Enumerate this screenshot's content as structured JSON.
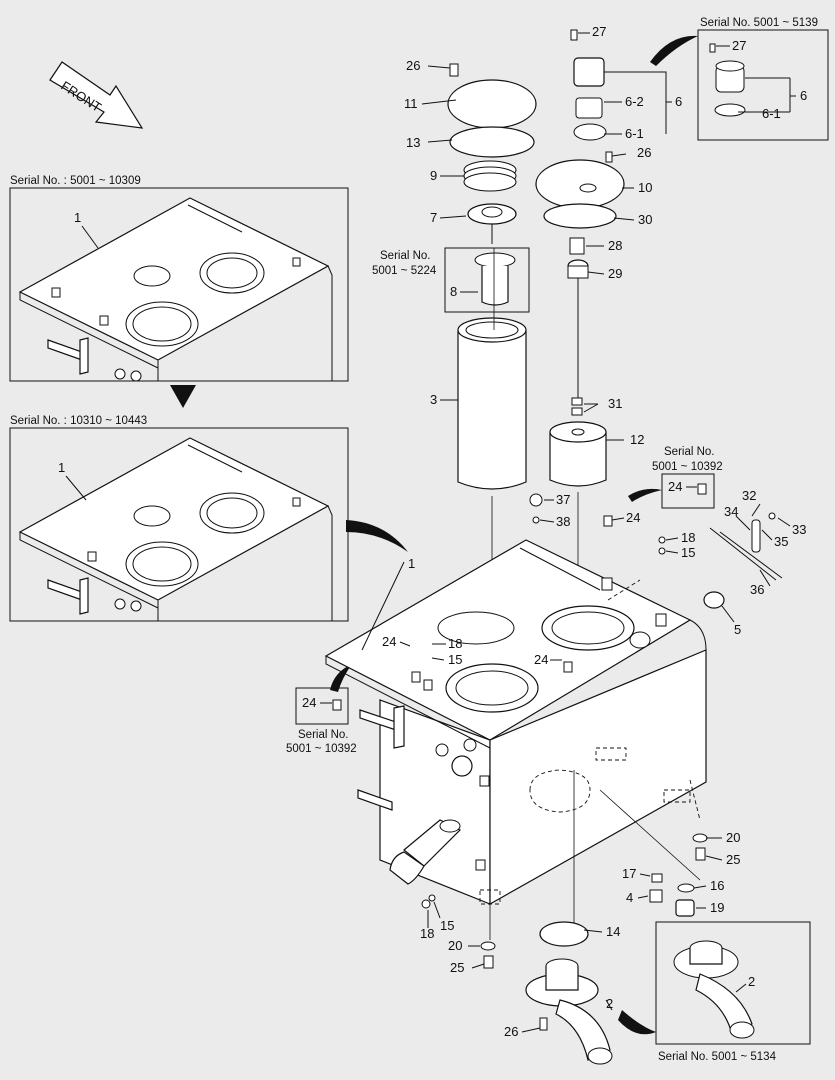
{
  "front_arrow": {
    "label": "FRONT"
  },
  "insets": {
    "top_left": {
      "caption": "Serial No. : 5001 ~ 10309",
      "part": "1"
    },
    "middle_left": {
      "caption": "Serial No. : 10310 ~ 10443",
      "part": "1"
    },
    "top_right": {
      "caption": "Serial No. 5001 ~ 5139",
      "parts": [
        "27",
        "6",
        "6-1"
      ]
    },
    "bottom_right": {
      "caption": "Serial No. 5001 ~ 5134",
      "part": "2"
    },
    "item8": {
      "caption_line1": "Serial No.",
      "caption_line2": "5001 ~ 5224",
      "part": "8"
    },
    "item24_right": {
      "caption_line1": "Serial No.",
      "caption_line2": "5001 ~ 10392",
      "part": "24"
    },
    "item24_left": {
      "caption_line1": "Serial No.",
      "caption_line2": "5001 ~ 10392",
      "part": "24"
    }
  },
  "part_labels": {
    "p26a": "26",
    "p11": "11",
    "p13": "13",
    "p9": "9",
    "p7": "7",
    "p3": "3",
    "p27": "27",
    "p6_2": "6-2",
    "p6": "6",
    "p6_1": "6-1",
    "p26b": "26",
    "p10": "10",
    "p30": "30",
    "p28": "28",
    "p29": "29",
    "p31": "31",
    "p12": "12",
    "p37": "37",
    "p38": "38",
    "p24a": "24",
    "p18a": "18",
    "p15a": "15",
    "p32": "32",
    "p34": "34",
    "p33": "33",
    "p35": "35",
    "p36": "36",
    "p1": "1",
    "p5": "5",
    "p24b": "24",
    "p18b": "18",
    "p15b": "15",
    "p24c": "24",
    "p20a": "20",
    "p25a": "25",
    "p17": "17",
    "p16": "16",
    "p4": "4",
    "p19": "19",
    "p15c": "15",
    "p18c": "18",
    "p14": "14",
    "p20b": "20",
    "p25b": "25",
    "p2": "2",
    "p26c": "26"
  }
}
